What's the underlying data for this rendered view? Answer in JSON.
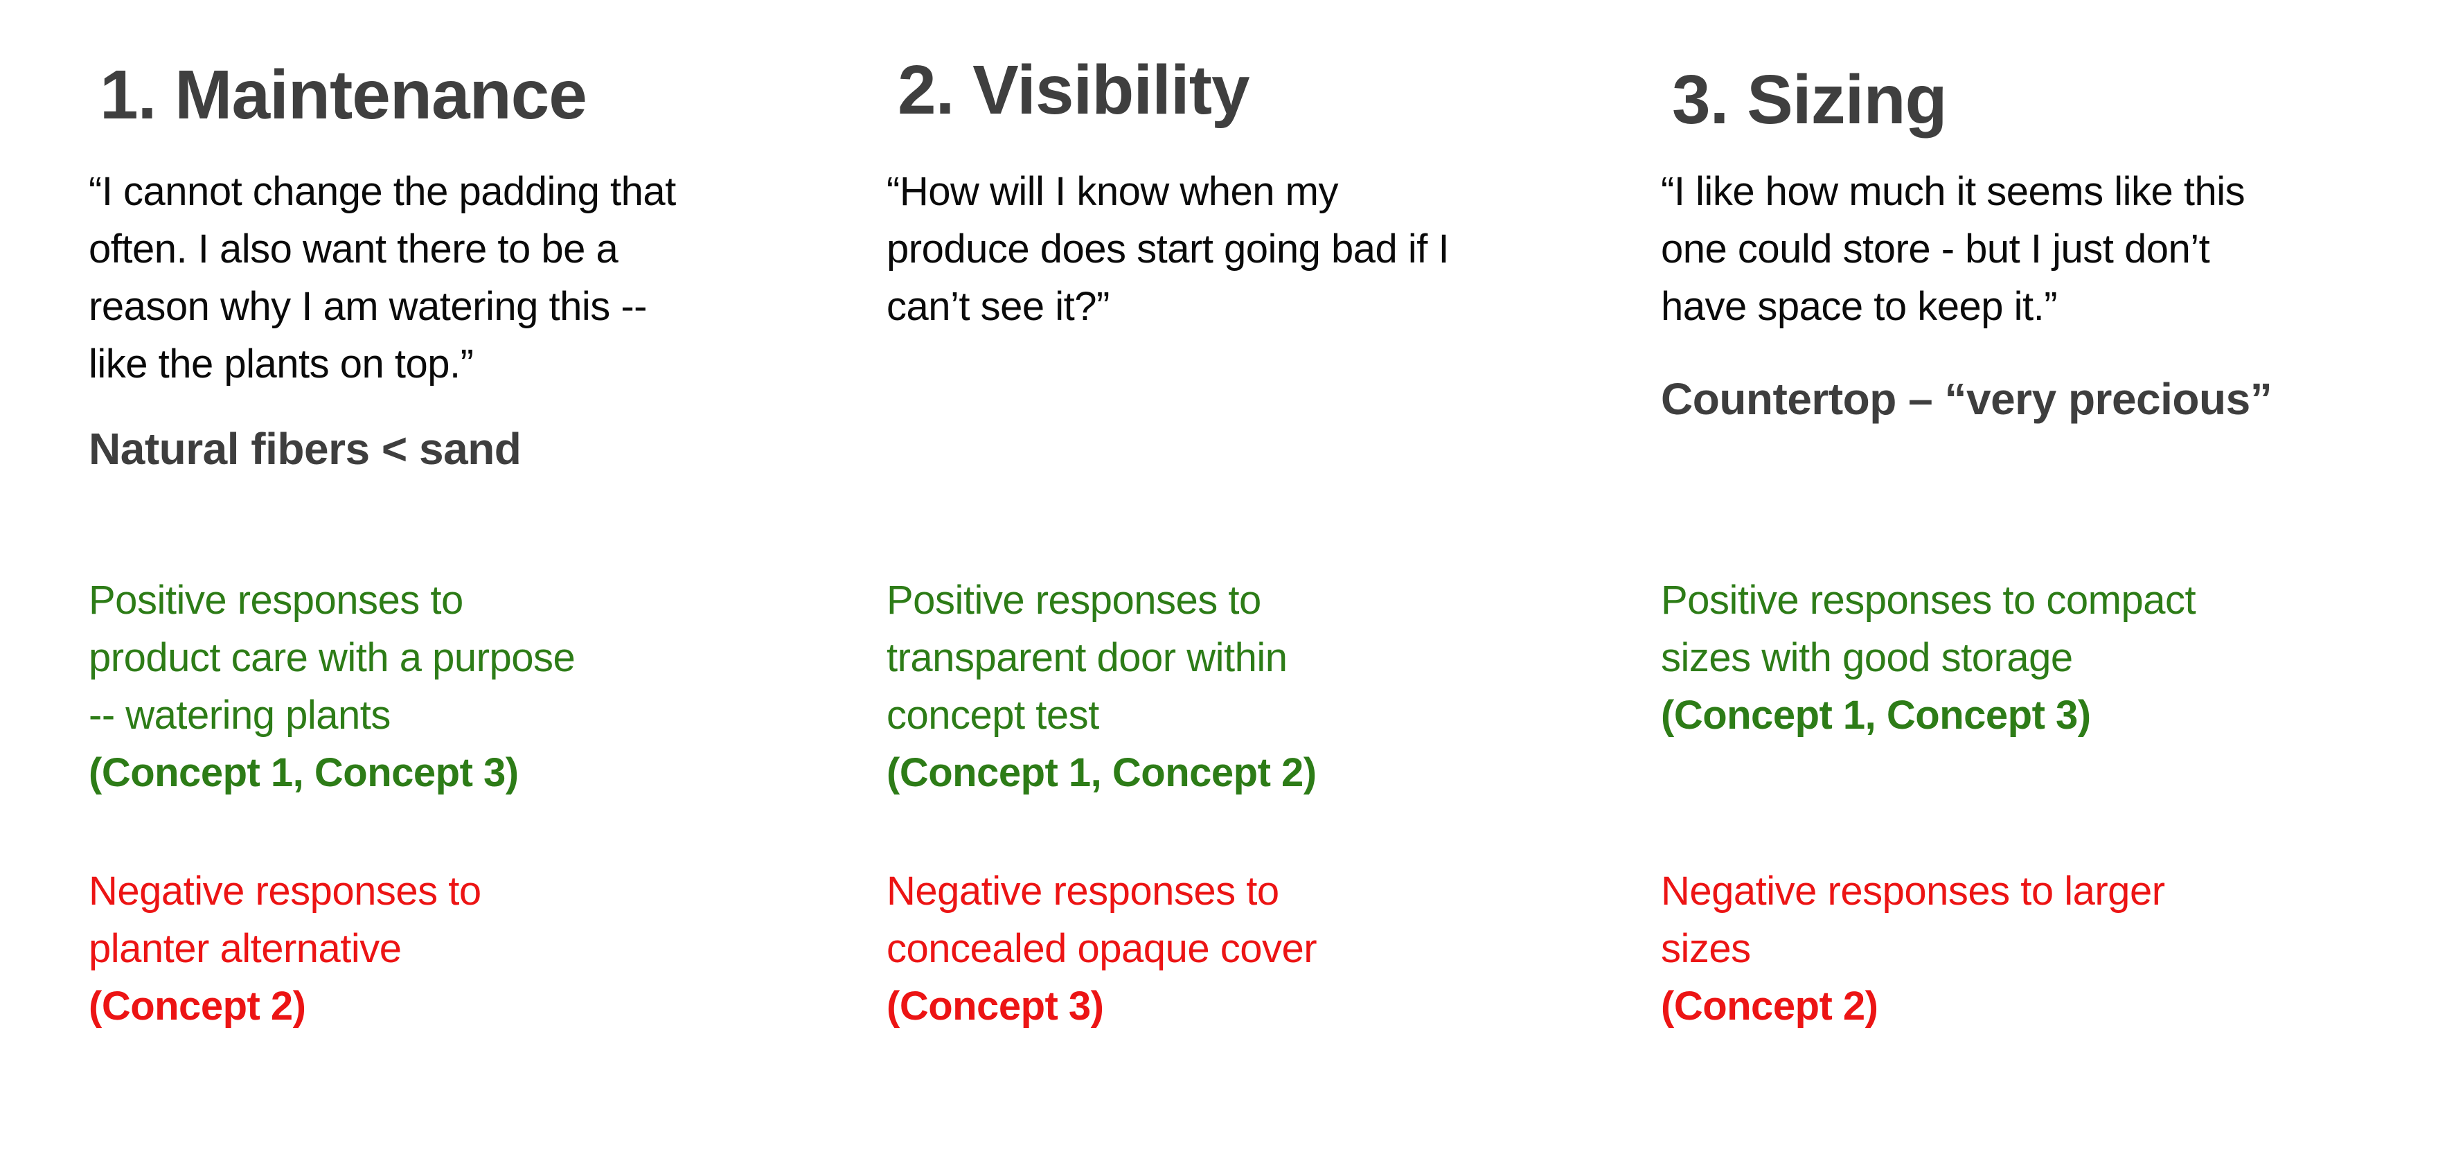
{
  "colors": {
    "heading": "#3f3f3f",
    "quote": "#0a0a0a",
    "subtext": "#3e3e3e",
    "positive": "#2d7c17",
    "negative": "#ec1414",
    "background": "#ffffff"
  },
  "columns": [
    {
      "heading": "1. Maintenance",
      "quote_lines": [
        "“I cannot change the padding that",
        "often. I also want there to be a",
        "reason why I am watering this --",
        "like the plants on top.”"
      ],
      "subtext": "Natural fibers < sand",
      "positive_lines": [
        "Positive responses to",
        "product care with a purpose",
        "-- watering plants"
      ],
      "positive_concepts": "(Concept 1, Concept 3)",
      "negative_lines": [
        "Negative responses to",
        "planter alternative"
      ],
      "negative_concepts": "(Concept 2)"
    },
    {
      "heading": "2. Visibility",
      "quote_lines": [
        "“How will I know when my",
        "produce does start going bad if I",
        "can’t see it?”"
      ],
      "subtext": "",
      "positive_lines": [
        "Positive responses to",
        "transparent door within",
        "concept test"
      ],
      "positive_concepts": "(Concept 1, Concept 2)",
      "negative_lines": [
        "Negative responses to",
        "concealed opaque cover"
      ],
      "negative_concepts": "(Concept 3)"
    },
    {
      "heading": "3. Sizing",
      "quote_lines": [
        "“I like how much it seems like this",
        "one could store - but I just don’t",
        "have space to keep it.”"
      ],
      "subtext": "Countertop – “very precious”",
      "positive_lines": [
        "Positive responses to compact",
        "sizes with good storage"
      ],
      "positive_concepts": "(Concept 1, Concept 3)",
      "negative_lines": [
        "Negative responses to larger",
        "sizes"
      ],
      "negative_concepts": "(Concept 2)"
    }
  ]
}
